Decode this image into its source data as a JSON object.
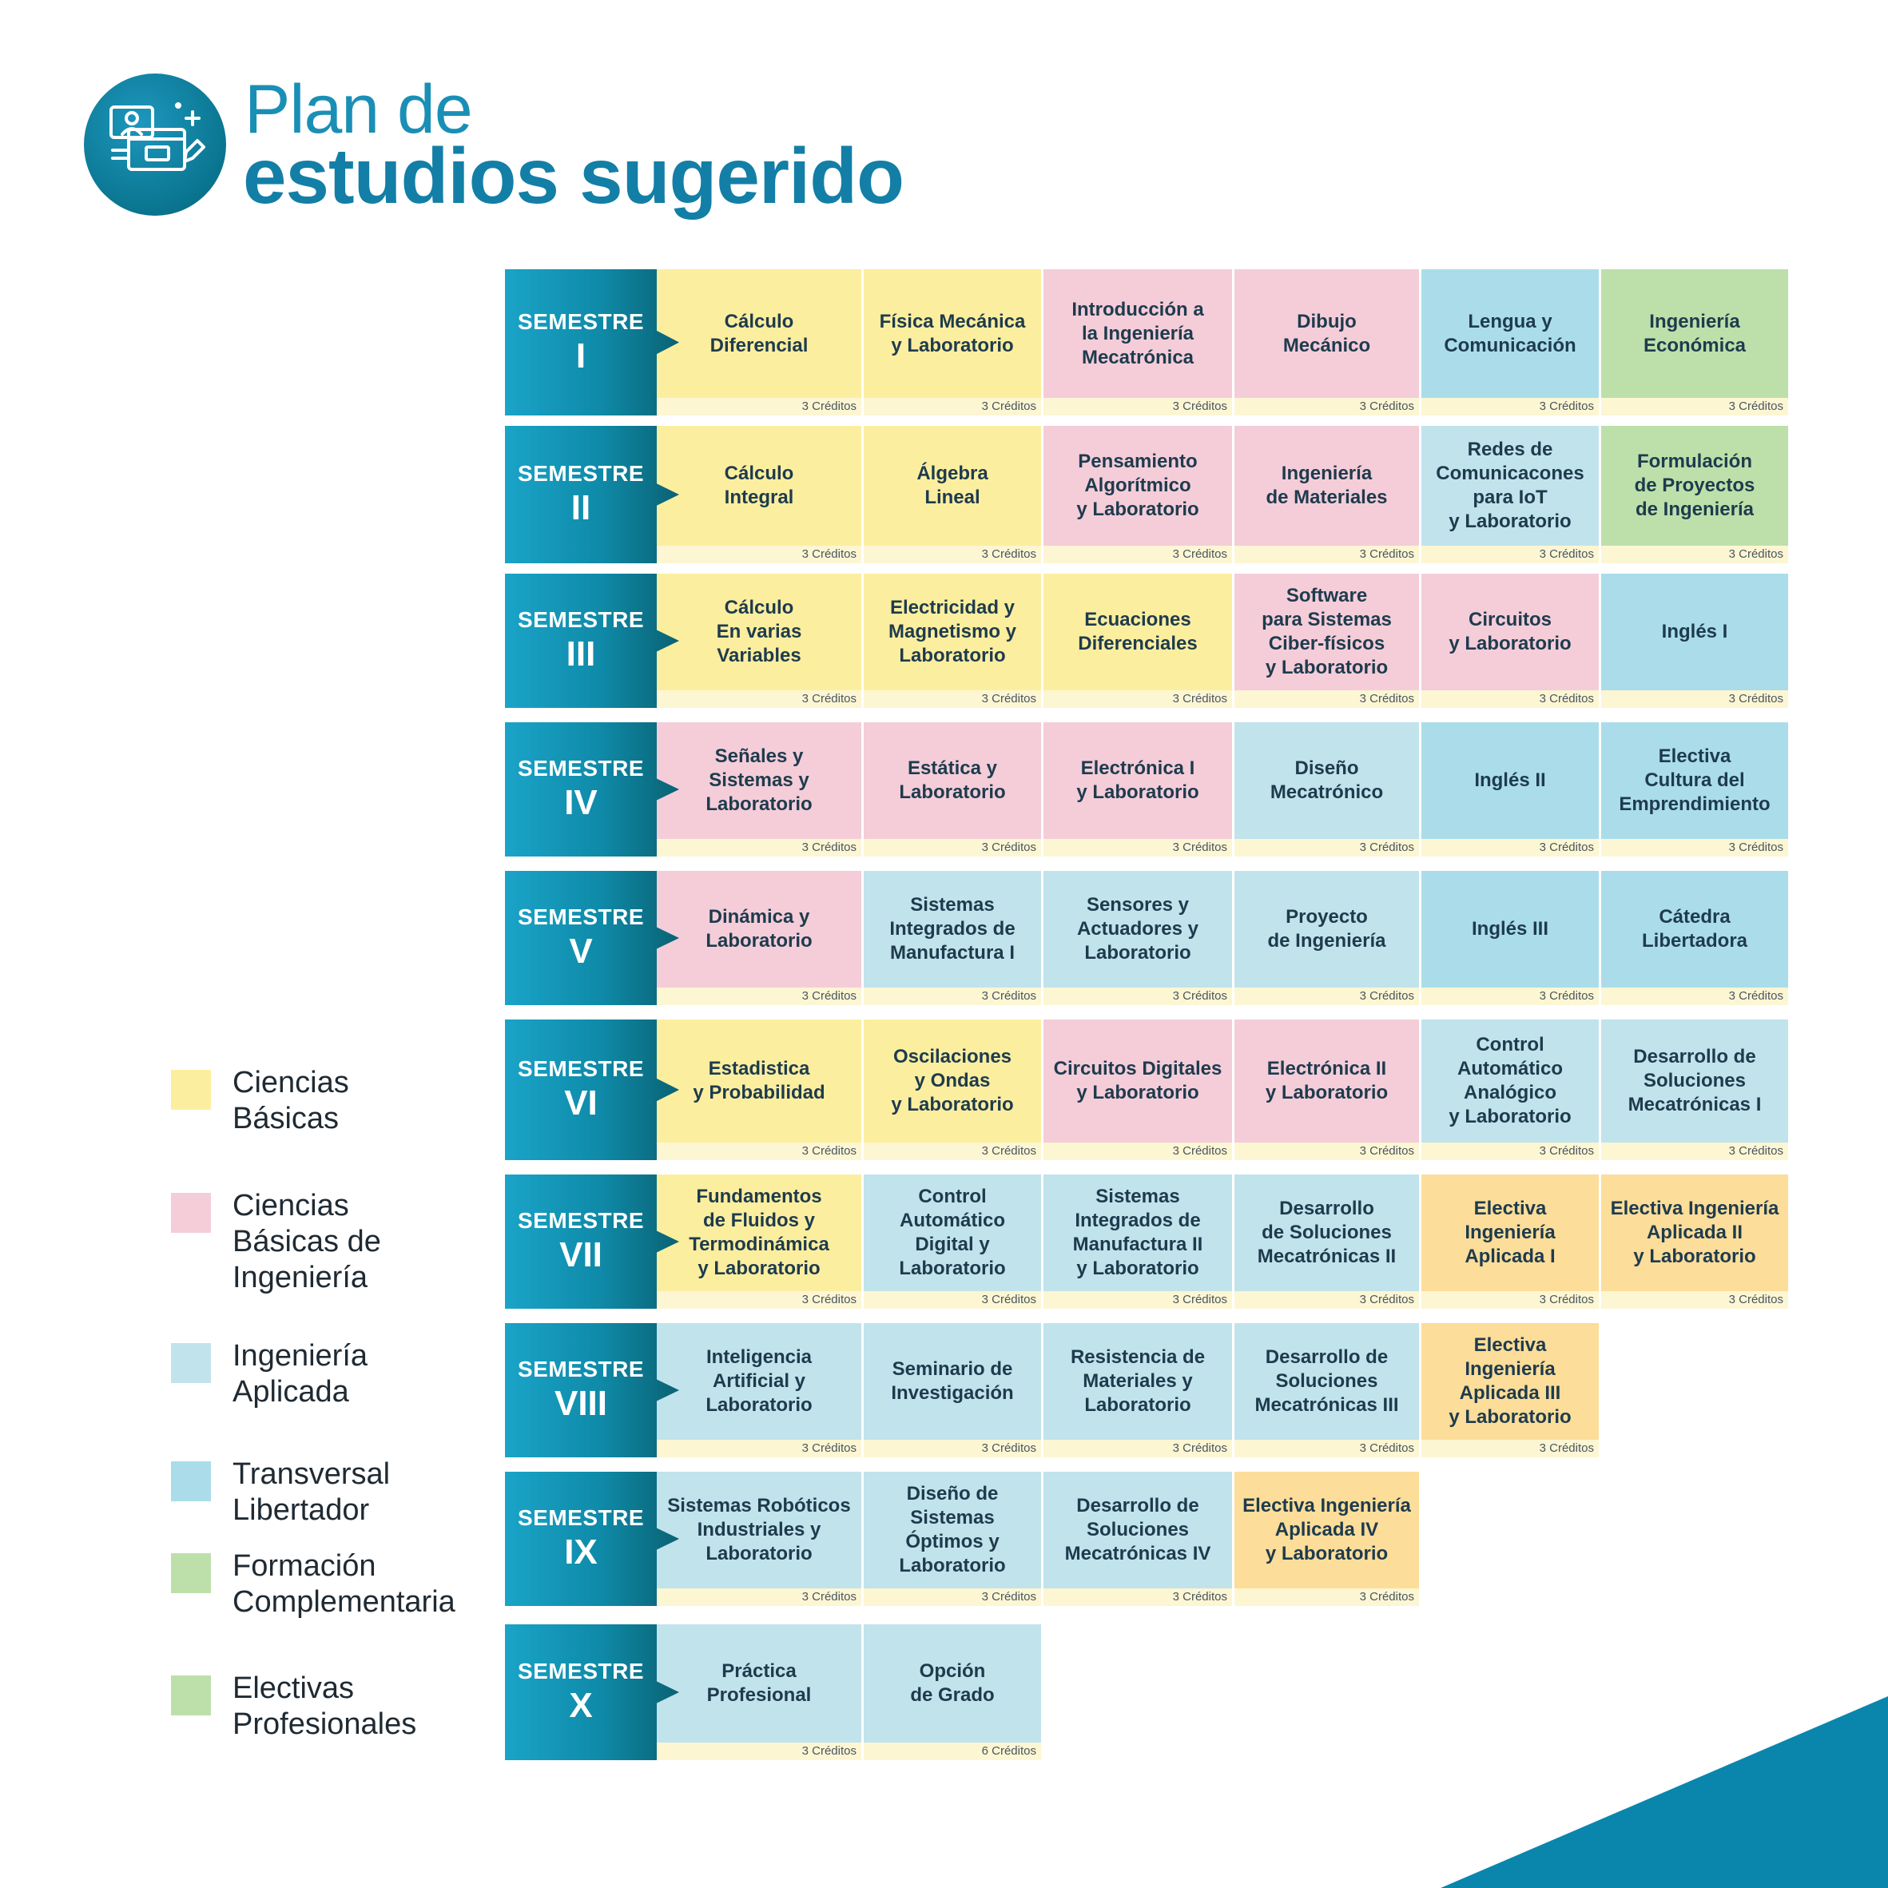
{
  "header": {
    "title_line1": "Plan de",
    "title_line2": "estudios sugerido",
    "logo_icon": "curriculum-icon"
  },
  "colors": {
    "ciencias_basicas": "#fcee9f",
    "ciencias_basicas_ingenieria": "#f4cdd9",
    "ingenieria_aplicada": "#c1e3ec",
    "transversal_libertador": "#aadde9",
    "formacion_complementaria": "#bde0ab",
    "electivas_profesionales": "#fcdd99",
    "header_teal": "#0f8aa8",
    "title_blue": "#137fa6"
  },
  "legend": [
    {
      "label": "Ciencias\nBásicas",
      "color": "#fcee9f"
    },
    {
      "label": "Ciencias\nBásicas de\nIngeniería",
      "color": "#f4cdd9"
    },
    {
      "label": "Ingeniería\nAplicada",
      "color": "#c1e3ec"
    },
    {
      "label": "Transversal\nLibertador",
      "color": "#aadde9"
    },
    {
      "label": "Formación\nComplementaria",
      "color": "#bde0ab"
    },
    {
      "label": "Electivas\nProfesionales",
      "color": "#bde0ab"
    }
  ],
  "semester_word": "SEMESTRE",
  "semesters": [
    {
      "num": "I",
      "courses": [
        {
          "name": "Cálculo\nDiferencial",
          "credits": "3 Créditos",
          "cat": "ciencias_basicas"
        },
        {
          "name": "Física Mecánica\ny Laboratorio",
          "credits": "3 Créditos",
          "cat": "ciencias_basicas"
        },
        {
          "name": "Introducción a\nla Ingeniería\nMecatrónica",
          "credits": "3 Créditos",
          "cat": "ciencias_basicas_ingenieria"
        },
        {
          "name": "Dibujo\nMecánico",
          "credits": "3 Créditos",
          "cat": "ciencias_basicas_ingenieria"
        },
        {
          "name": "Lengua y\nComunicación",
          "credits": "3 Créditos",
          "cat": "transversal_libertador"
        },
        {
          "name": "Ingeniería\nEconómica",
          "credits": "3 Créditos",
          "cat": "formacion_complementaria"
        }
      ]
    },
    {
      "num": "II",
      "courses": [
        {
          "name": "Cálculo\nIntegral",
          "credits": "3 Créditos",
          "cat": "ciencias_basicas"
        },
        {
          "name": "Álgebra\nLineal",
          "credits": "3 Créditos",
          "cat": "ciencias_basicas"
        },
        {
          "name": "Pensamiento\nAlgorítmico\ny Laboratorio",
          "credits": "3 Créditos",
          "cat": "ciencias_basicas_ingenieria"
        },
        {
          "name": "Ingeniería\nde Materiales",
          "credits": "3 Créditos",
          "cat": "ciencias_basicas_ingenieria"
        },
        {
          "name": "Redes de\nComunicacones\npara IoT\ny Laboratorio",
          "credits": "3 Créditos",
          "cat": "ingenieria_aplicada"
        },
        {
          "name": "Formulación\nde Proyectos\nde Ingeniería",
          "credits": "3 Créditos",
          "cat": "formacion_complementaria"
        }
      ]
    },
    {
      "num": "III",
      "courses": [
        {
          "name": "Cálculo\nEn varias\nVariables",
          "credits": "3 Créditos",
          "cat": "ciencias_basicas"
        },
        {
          "name": "Electricidad y\nMagnetismo y\nLaboratorio",
          "credits": "3 Créditos",
          "cat": "ciencias_basicas"
        },
        {
          "name": "Ecuaciones\nDiferenciales",
          "credits": "3 Créditos",
          "cat": "ciencias_basicas"
        },
        {
          "name": "Software\npara Sistemas\nCiber-físicos\ny Laboratorio",
          "credits": "3 Créditos",
          "cat": "ciencias_basicas_ingenieria"
        },
        {
          "name": "Circuitos\ny Laboratorio",
          "credits": "3 Créditos",
          "cat": "ciencias_basicas_ingenieria"
        },
        {
          "name": "Inglés I",
          "credits": "3 Créditos",
          "cat": "transversal_libertador"
        }
      ]
    },
    {
      "num": "IV",
      "courses": [
        {
          "name": "Señales y\nSistemas y\nLaboratorio",
          "credits": "3 Créditos",
          "cat": "ciencias_basicas_ingenieria"
        },
        {
          "name": "Estática y\nLaboratorio",
          "credits": "3 Créditos",
          "cat": "ciencias_basicas_ingenieria"
        },
        {
          "name": "Electrónica I\ny Laboratorio",
          "credits": "3 Créditos",
          "cat": "ciencias_basicas_ingenieria"
        },
        {
          "name": "Diseño\nMecatrónico",
          "credits": "3 Créditos",
          "cat": "ingenieria_aplicada"
        },
        {
          "name": "Inglés II",
          "credits": "3 Créditos",
          "cat": "transversal_libertador"
        },
        {
          "name": "Electiva\nCultura del\nEmprendimiento",
          "credits": "3 Créditos",
          "cat": "transversal_libertador"
        }
      ]
    },
    {
      "num": "V",
      "courses": [
        {
          "name": "Dinámica y\nLaboratorio",
          "credits": "3 Créditos",
          "cat": "ciencias_basicas_ingenieria"
        },
        {
          "name": "Sistemas\nIntegrados de\nManufactura I",
          "credits": "3 Créditos",
          "cat": "ingenieria_aplicada"
        },
        {
          "name": "Sensores y\nActuadores y\nLaboratorio",
          "credits": "3 Créditos",
          "cat": "ingenieria_aplicada"
        },
        {
          "name": "Proyecto\nde Ingeniería",
          "credits": "3 Créditos",
          "cat": "ingenieria_aplicada"
        },
        {
          "name": "Inglés III",
          "credits": "3 Créditos",
          "cat": "transversal_libertador"
        },
        {
          "name": "Cátedra\nLibertadora",
          "credits": "3 Créditos",
          "cat": "transversal_libertador"
        }
      ]
    },
    {
      "num": "VI",
      "courses": [
        {
          "name": "Estadistica\ny Probabilidad",
          "credits": "3 Créditos",
          "cat": "ciencias_basicas"
        },
        {
          "name": "Oscilaciones\ny Ondas\ny Laboratorio",
          "credits": "3 Créditos",
          "cat": "ciencias_basicas"
        },
        {
          "name": "Circuitos Digitales\ny Laboratorio",
          "credits": "3 Créditos",
          "cat": "ciencias_basicas_ingenieria"
        },
        {
          "name": "Electrónica II\ny Laboratorio",
          "credits": "3 Créditos",
          "cat": "ciencias_basicas_ingenieria"
        },
        {
          "name": "Control\nAutomático\nAnalógico\ny Laboratorio",
          "credits": "3 Créditos",
          "cat": "ingenieria_aplicada"
        },
        {
          "name": "Desarrollo de\nSoluciones\nMecatrónicas I",
          "credits": "3 Créditos",
          "cat": "ingenieria_aplicada"
        }
      ]
    },
    {
      "num": "VII",
      "courses": [
        {
          "name": "Fundamentos\nde Fluidos y\nTermodinámica\ny Laboratorio",
          "credits": "3 Créditos",
          "cat": "ciencias_basicas"
        },
        {
          "name": "Control\nAutomático\nDigital y\nLaboratorio",
          "credits": "3 Créditos",
          "cat": "ingenieria_aplicada"
        },
        {
          "name": "Sistemas\nIntegrados de\nManufactura II\ny Laboratorio",
          "credits": "3 Créditos",
          "cat": "ingenieria_aplicada"
        },
        {
          "name": "Desarrollo\nde Soluciones\nMecatrónicas II",
          "credits": "3 Créditos",
          "cat": "ingenieria_aplicada"
        },
        {
          "name": "Electiva\nIngeniería\nAplicada I",
          "credits": "3 Créditos",
          "cat": "electivas_profesionales"
        },
        {
          "name": "Electiva Ingeniería\nAplicada II\ny Laboratorio",
          "credits": "3 Créditos",
          "cat": "electivas_profesionales"
        }
      ]
    },
    {
      "num": "VIII",
      "courses": [
        {
          "name": "Inteligencia\nArtificial y\nLaboratorio",
          "credits": "3 Créditos",
          "cat": "ingenieria_aplicada"
        },
        {
          "name": "Seminario de\nInvestigación",
          "credits": "3 Créditos",
          "cat": "ingenieria_aplicada"
        },
        {
          "name": "Resistencia de\nMateriales y\nLaboratorio",
          "credits": "3 Créditos",
          "cat": "ingenieria_aplicada"
        },
        {
          "name": "Desarrollo de\nSoluciones\nMecatrónicas III",
          "credits": "3 Créditos",
          "cat": "ingenieria_aplicada"
        },
        {
          "name": "Electiva Ingeniería\nAplicada III\ny Laboratorio",
          "credits": "3 Créditos",
          "cat": "electivas_profesionales"
        }
      ]
    },
    {
      "num": "IX",
      "courses": [
        {
          "name": "Sistemas Robóticos\nIndustriales y\nLaboratorio",
          "credits": "3 Créditos",
          "cat": "ingenieria_aplicada"
        },
        {
          "name": "Diseño de Sistemas\nÓptimos y\nLaboratorio",
          "credits": "3 Créditos",
          "cat": "ingenieria_aplicada"
        },
        {
          "name": "Desarrollo de\nSoluciones\nMecatrónicas IV",
          "credits": "3 Créditos",
          "cat": "ingenieria_aplicada"
        },
        {
          "name": "Electiva Ingeniería\nAplicada IV\ny Laboratorio",
          "credits": "3 Créditos",
          "cat": "electivas_profesionales"
        }
      ]
    },
    {
      "num": "X",
      "courses": [
        {
          "name": "Práctica\nProfesional",
          "credits": "3 Créditos",
          "cat": "ingenieria_aplicada"
        },
        {
          "name": "Opción\nde Grado",
          "credits": "6 Créditos",
          "cat": "ingenieria_aplicada"
        }
      ]
    }
  ]
}
